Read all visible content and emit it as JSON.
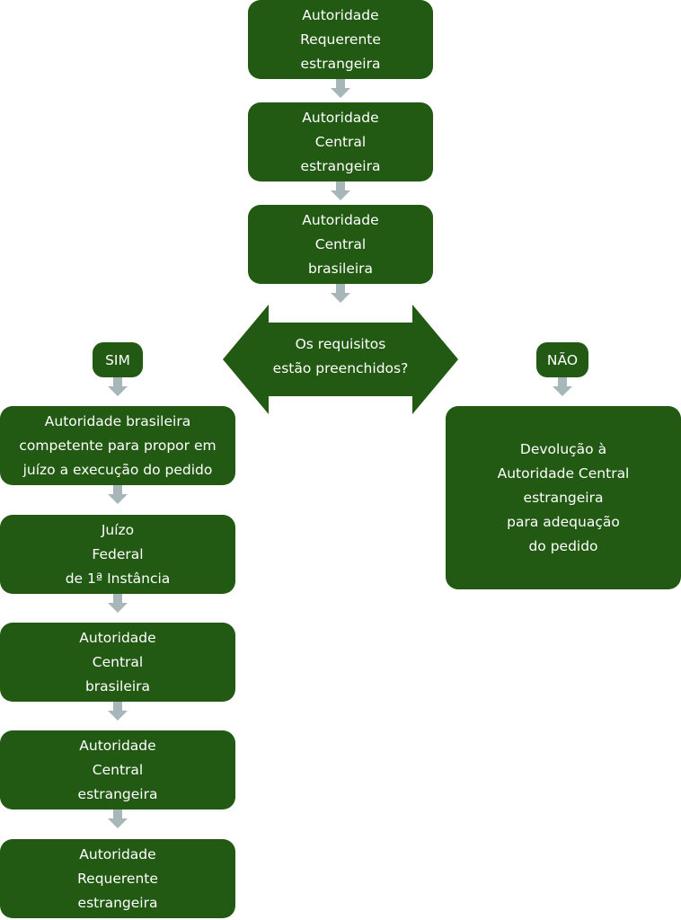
{
  "colors": {
    "box": "#225a13",
    "arrow": "#a7b6b8",
    "text": "#ffffff"
  },
  "main_flow": [
    {
      "lines": [
        "Autoridade",
        "Requerente",
        "estrangeira"
      ]
    },
    {
      "lines": [
        "Autoridade",
        "Central",
        "estrangeira"
      ]
    },
    {
      "lines": [
        "Autoridade",
        "Central",
        "brasileira"
      ]
    }
  ],
  "decision": {
    "lines": [
      "Os requisitos",
      "estão preenchidos?"
    ]
  },
  "yes_branch": {
    "label": "SIM",
    "steps": [
      {
        "lines": [
          "Autoridade brasileira",
          "competente para propor em",
          "juízo a execução do pedido"
        ]
      },
      {
        "lines": [
          "Juízo",
          "Federal",
          "de 1ª Instância"
        ]
      },
      {
        "lines": [
          "Autoridade",
          "Central",
          "brasileira"
        ]
      },
      {
        "lines": [
          "Autoridade",
          "Central",
          "estrangeira"
        ]
      },
      {
        "lines": [
          "Autoridade",
          "Requerente",
          "estrangeira"
        ]
      }
    ]
  },
  "no_branch": {
    "label": "NÃO",
    "steps": [
      {
        "lines": [
          "Devolução à",
          "Autoridade Central",
          "estrangeira",
          "para adequação",
          "do pedido"
        ]
      }
    ]
  }
}
